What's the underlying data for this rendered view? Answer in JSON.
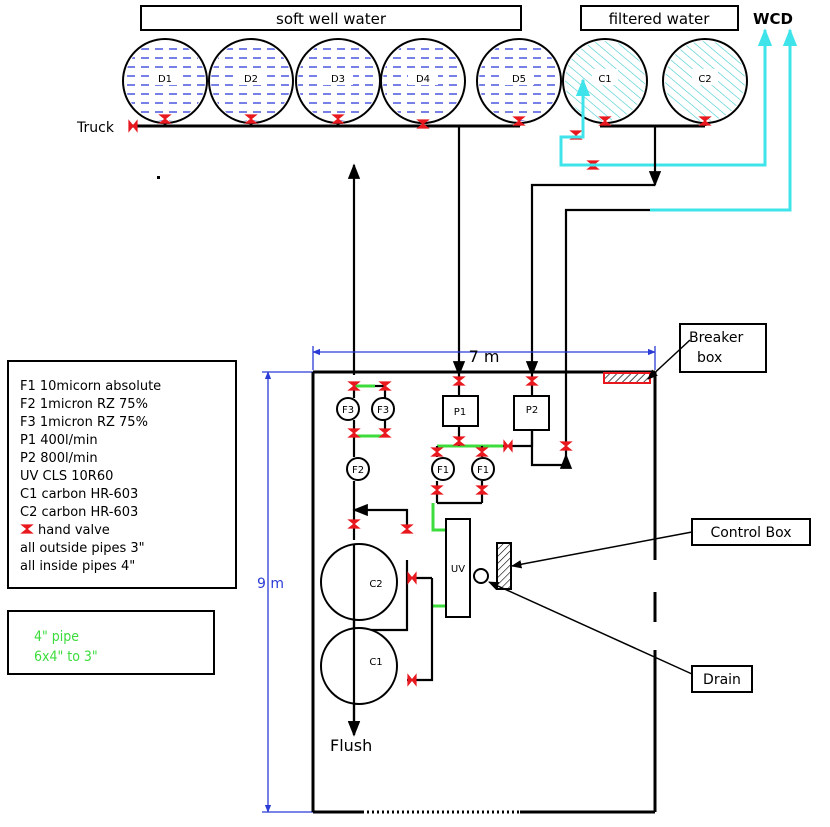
{
  "headers": {
    "soft_well_water": "soft well water",
    "filtered_water": "filtered water",
    "wcd": "WCD"
  },
  "tanks": {
    "d1": "D1",
    "d2": "D2",
    "d3": "D3",
    "d4": "D4",
    "d5": "D5",
    "c1": "C1",
    "c2": "C2"
  },
  "labels": {
    "truck": "Truck",
    "breaker_box": [
      "Breaker",
      "box"
    ],
    "control_box": "Control Box",
    "drain": "Drain",
    "flush": "Flush",
    "width": "7 m",
    "height": "9 m"
  },
  "equipment": {
    "f3a": "F3",
    "f3b": "F3",
    "p1": "P1",
    "p2": "P2",
    "f2": "F2",
    "f1a": "F1",
    "f1b": "F1",
    "uv": "UV",
    "c2": "C2",
    "c1": "C1"
  },
  "legend": {
    "lines": [
      "F1 10micorn absolute",
      "F2 1micron RZ 75%",
      "F3 1micron RZ 75%",
      "P1 400l/min",
      "P2 800l/min",
      "UV CLS 10R60",
      "C1 carbon HR-603",
      "C2 carbon HR-603",
      "hand valve",
      "all outside pipes 3\"",
      "all inside pipes  4\""
    ]
  },
  "pipe_legend": {
    "lines": [
      "4\" pipe",
      "6x4\" to 3\""
    ]
  },
  "colors": {
    "valve": "#e8181e",
    "green_pipe": "#3ddc3d",
    "cyan_pipe": "#3fe3ea",
    "dimension": "#2b3bd6",
    "water_dash": "#1a2bd6"
  }
}
